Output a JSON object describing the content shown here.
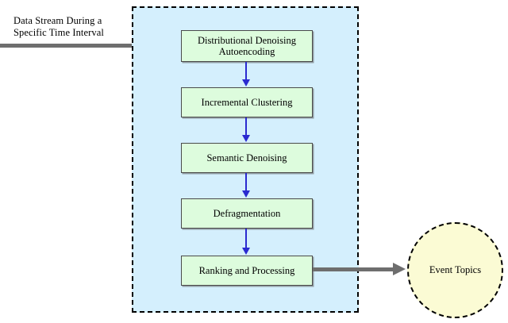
{
  "diagram": {
    "type": "flowchart",
    "input_label": "Data Stream During a\nSpecific Time Interval",
    "container": {
      "name": "pipeline-container",
      "fill_color": "#d4effd",
      "border_color": "#000000",
      "border_style": "dashed"
    },
    "stages": [
      {
        "label": "Distributional Denoising\nAutoencoding",
        "fill_color": "#ddfcdd",
        "border_color": "#4a4a4a"
      },
      {
        "label": "Incremental Clustering",
        "fill_color": "#ddfcdd",
        "border_color": "#4a4a4a"
      },
      {
        "label": "Semantic Denoising",
        "fill_color": "#ddfcdd",
        "border_color": "#4a4a4a"
      },
      {
        "label": "Defragmentation",
        "fill_color": "#ddfcdd",
        "border_color": "#4a4a4a"
      },
      {
        "label": "Ranking and Processing",
        "fill_color": "#ddfcdd",
        "border_color": "#4a4a4a"
      }
    ],
    "connectors": {
      "vertical_arrow_color": "#2a2ad0",
      "horizontal_arrow_color": "#6e6e6e"
    },
    "output": {
      "label": "Event Topics",
      "fill_color": "#fbfbd4",
      "border_color": "#000000",
      "border_style": "dashed",
      "shape": "circle"
    }
  }
}
